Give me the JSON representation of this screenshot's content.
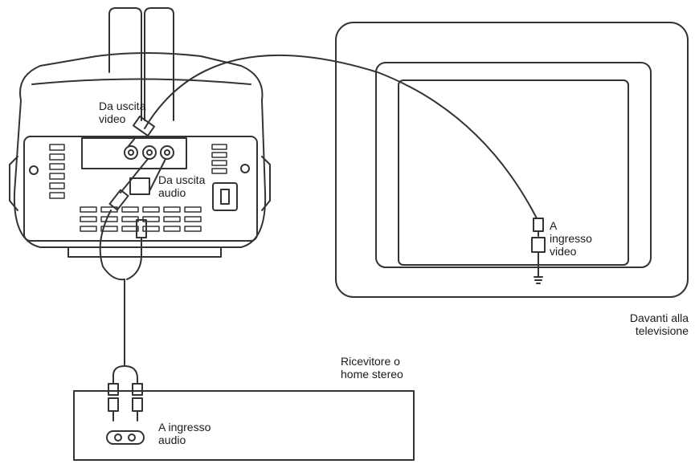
{
  "labels": {
    "video_out": [
      "Da uscita",
      "video"
    ],
    "audio_out": [
      "Da uscita",
      "audio"
    ],
    "video_in": [
      "A",
      "ingresso",
      "video"
    ],
    "tv_front": [
      "Davanti alla",
      "televisione"
    ],
    "receiver": [
      "Ricevitore o",
      "home stereo"
    ],
    "audio_in": [
      "A ingresso",
      "audio"
    ]
  },
  "colors": {
    "line": "#333333",
    "fill": "#ffffff",
    "text": "#1a1a1a"
  }
}
